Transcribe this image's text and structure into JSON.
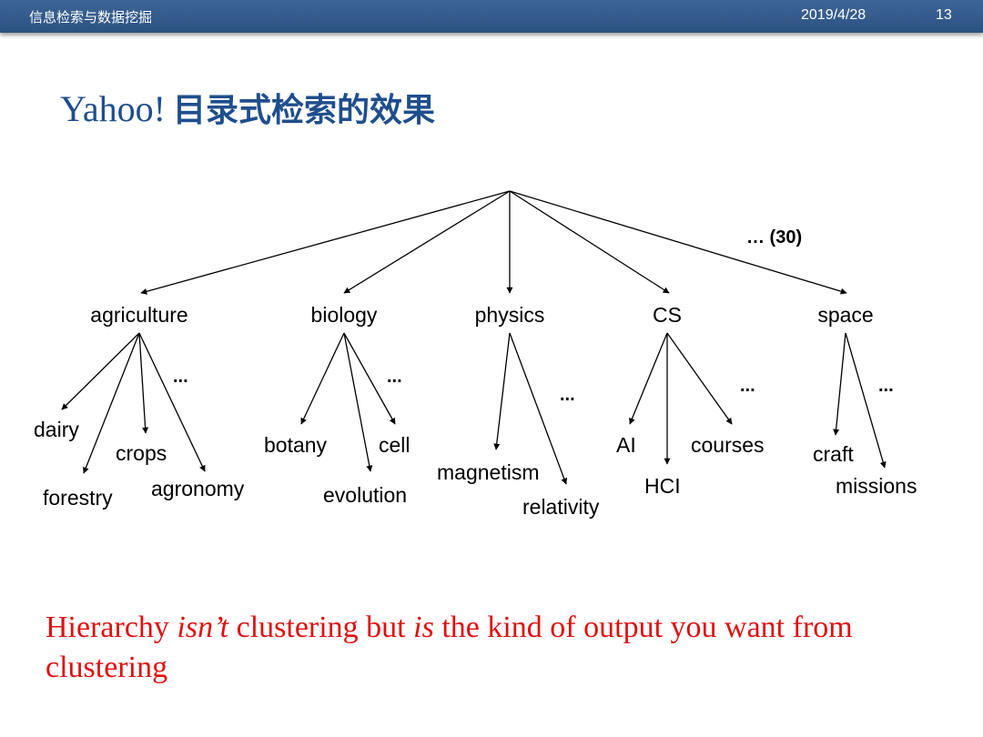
{
  "header": {
    "course": "信息检索与数据挖掘",
    "date": "2019/4/28",
    "page": "13"
  },
  "title": {
    "latin": "Yahoo!",
    "cjk": "目录式检索的效果"
  },
  "tree": {
    "more_label": "… (30)",
    "ellipsis": "...",
    "categories": {
      "agriculture": {
        "label": "agriculture",
        "children": [
          "dairy",
          "crops",
          "forestry",
          "agronomy"
        ]
      },
      "biology": {
        "label": "biology",
        "children": [
          "botany",
          "cell",
          "evolution"
        ]
      },
      "physics": {
        "label": "physics",
        "children": [
          "magnetism",
          "relativity"
        ]
      },
      "cs": {
        "label": "CS",
        "children": [
          "AI",
          "courses",
          "HCI"
        ]
      },
      "space": {
        "label": "space",
        "children": [
          "craft",
          "missions"
        ]
      }
    }
  },
  "caption": {
    "part1": "Hierarchy ",
    "part2": "isn’t",
    "part3": " clustering but ",
    "part4": "is",
    "part5": " the kind of output you want from clustering",
    "color": "#e01010"
  },
  "colors": {
    "header_bg": "#2c5282",
    "title": "#1f4e8c"
  }
}
